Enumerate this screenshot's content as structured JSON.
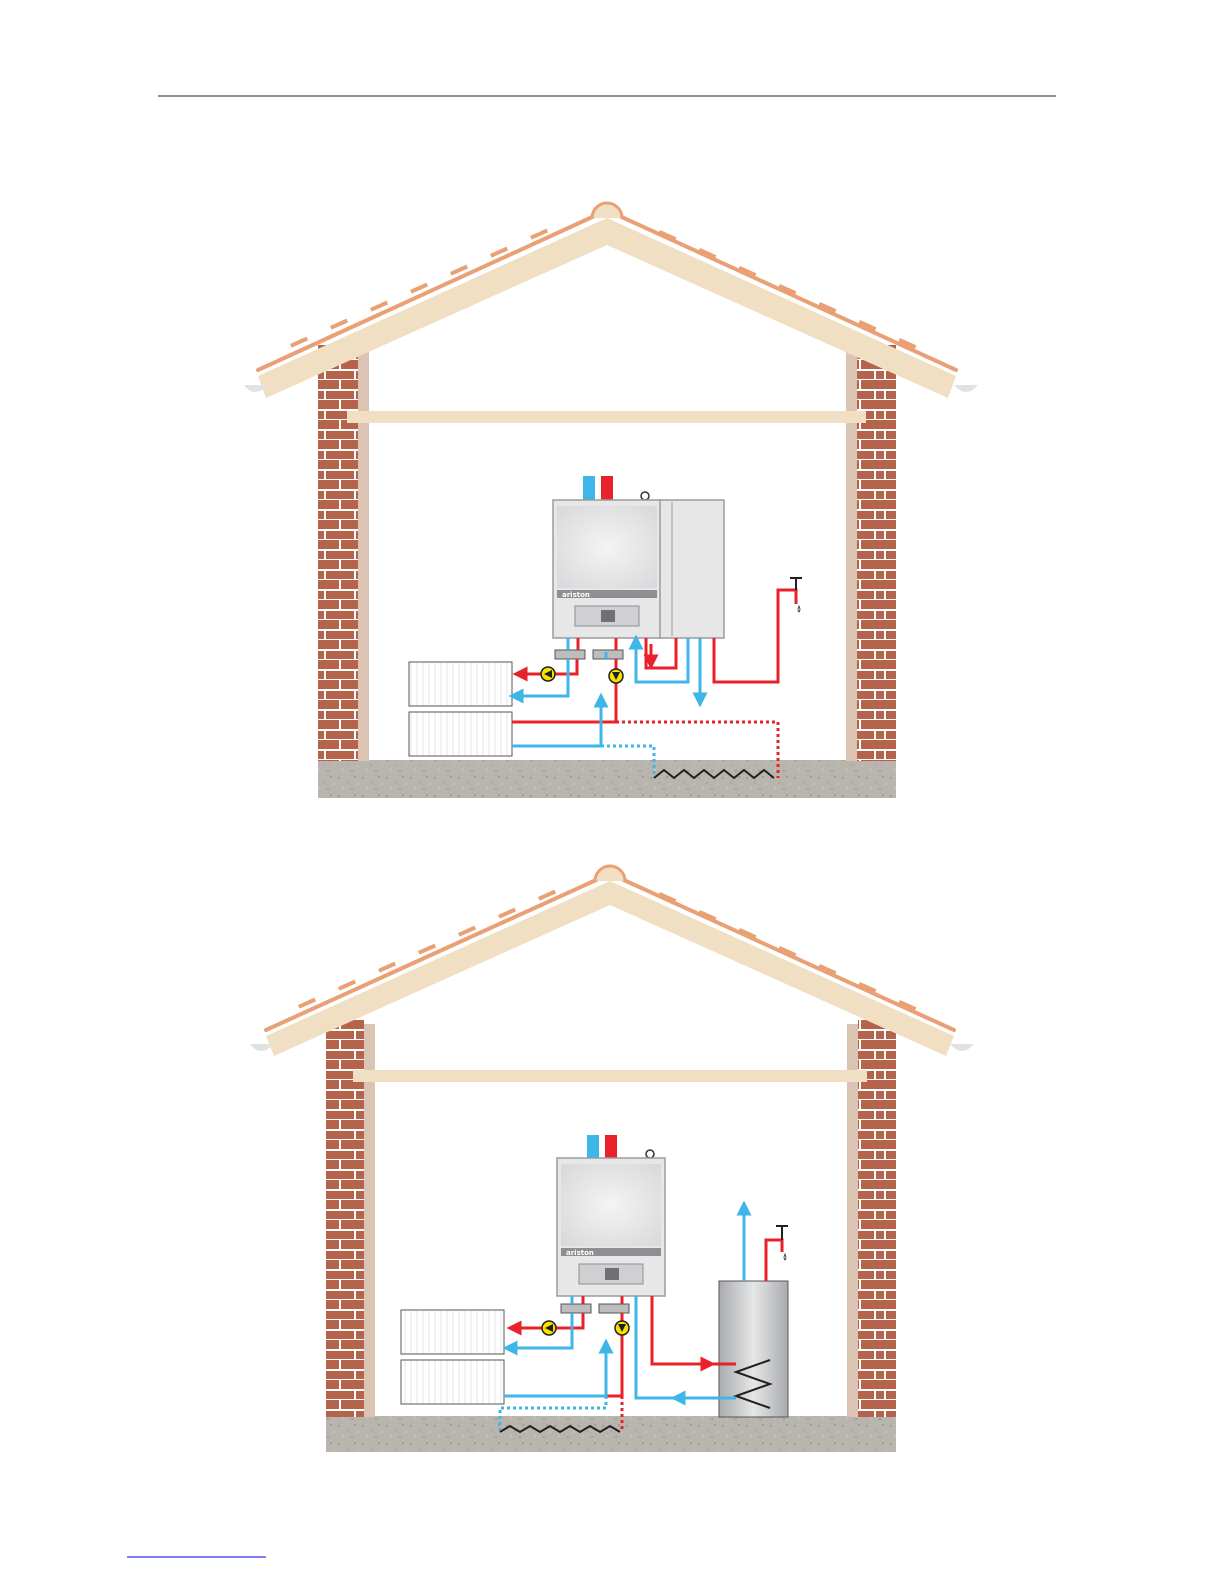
{
  "page": {
    "header_rule": true,
    "footer_link_underline": true
  },
  "colors": {
    "hot_pipe": "#e8212a",
    "cold_pipe": "#3fb6e8",
    "roof": "#f1dfc4",
    "roof_tile": "#e9a074",
    "brick": "#b5634a",
    "mortar": "#ffffff",
    "floor": "#b7b5ad",
    "wall_inner": "#dcc4b4",
    "boiler_body": "#e7e7e8",
    "boiler_panel": "#8d8f92",
    "pump": "#f4e200"
  },
  "boiler": {
    "brand_label": "ariston"
  },
  "diagrams": [
    {
      "name": "system-with-side-cylinder",
      "components": [
        "roof",
        "brick-walls",
        "ceiling-beam",
        "boiler",
        "side-water-heater",
        "radiators",
        "pumps",
        "underfloor-coil",
        "hot-water-tap"
      ]
    },
    {
      "name": "system-with-storage-cylinder",
      "components": [
        "roof",
        "brick-walls",
        "ceiling-beam",
        "boiler",
        "storage-cylinder",
        "radiators",
        "pumps",
        "underfloor-coil",
        "hot-water-tap"
      ]
    }
  ],
  "icons": [
    "tap-icon",
    "pump-icon",
    "arrow-icon",
    "gutter-icon"
  ]
}
